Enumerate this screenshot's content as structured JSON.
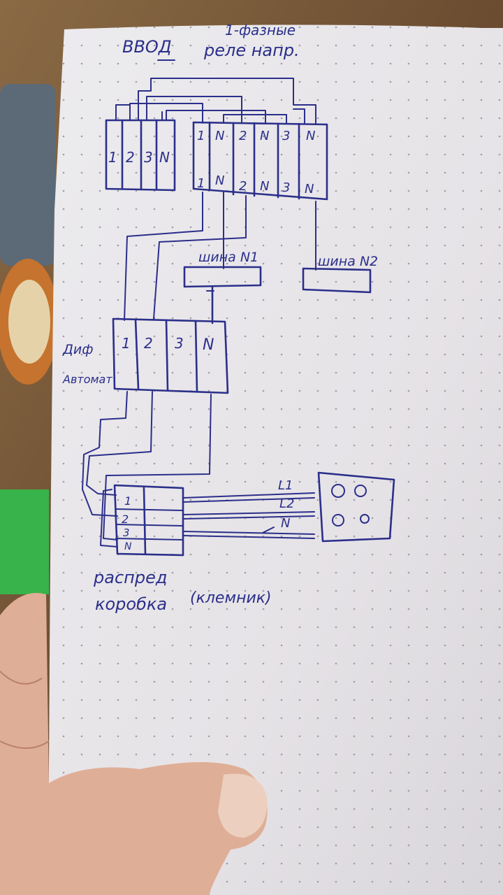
{
  "title": {
    "vvoda": "ВВОД",
    "relays": "реле напр.",
    "phases_note": "1-фазные"
  },
  "input_block": {
    "terminals": [
      "1",
      "2",
      "3",
      "N"
    ]
  },
  "relay_block": {
    "top_terminals": [
      "1",
      "N",
      "2",
      "N",
      "3",
      "N"
    ],
    "bottom_terminals": [
      "1",
      "N",
      "2",
      "N",
      "3",
      "N"
    ]
  },
  "busbars": {
    "bus1": "шина N1",
    "bus2": "шина N2"
  },
  "rcd": {
    "label_line1": "Диф",
    "label_line2": "Автомат",
    "terminals": [
      "1",
      "2",
      "3",
      "N"
    ]
  },
  "junction_box": {
    "terminals": [
      "1",
      "2",
      "3",
      "N"
    ],
    "label_line1": "распред",
    "label_line2": "коробка",
    "label_note": "(клемник)"
  },
  "outlet": {
    "lines": [
      "L1",
      "L2",
      "N"
    ]
  },
  "colors": {
    "ink": "#2b2f8a",
    "paper": "#ece9ec",
    "skin": "#e2b29a"
  }
}
